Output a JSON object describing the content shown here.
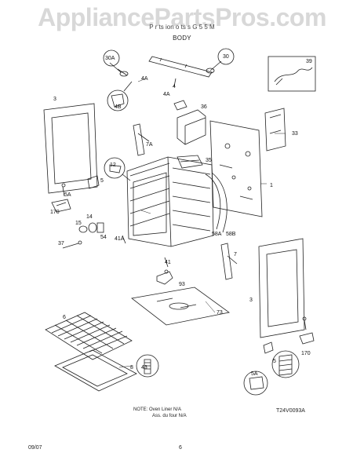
{
  "watermark": "AppliancePartsPros.com",
  "header": {
    "subheader": "P r ts ion o ts  s          G  5 5 M",
    "title": "BODY"
  },
  "diagram": {
    "labels": [
      {
        "id": "30A",
        "text": "30A"
      },
      {
        "id": "4",
        "text": "4"
      },
      {
        "id": "30",
        "text": "30"
      },
      {
        "id": "39",
        "text": "39"
      },
      {
        "id": "4A-l",
        "text": "4A"
      },
      {
        "id": "4B",
        "text": "4B"
      },
      {
        "id": "4A-r",
        "text": "4A"
      },
      {
        "id": "36",
        "text": "36"
      },
      {
        "id": "3-l",
        "text": "3"
      },
      {
        "id": "33",
        "text": "33"
      },
      {
        "id": "7A",
        "text": "7A"
      },
      {
        "id": "35",
        "text": "35"
      },
      {
        "id": "12",
        "text": "12"
      },
      {
        "id": "5-l",
        "text": "5"
      },
      {
        "id": "1",
        "text": "1"
      },
      {
        "id": "5A-l",
        "text": "5A"
      },
      {
        "id": "170-l",
        "text": "170"
      },
      {
        "id": "14",
        "text": "14"
      },
      {
        "id": "15",
        "text": "15"
      },
      {
        "id": "54",
        "text": "54"
      },
      {
        "id": "58A",
        "text": "58A"
      },
      {
        "id": "58B",
        "text": "58B"
      },
      {
        "id": "41A",
        "text": "41A"
      },
      {
        "id": "37",
        "text": "37"
      },
      {
        "id": "41",
        "text": "41"
      },
      {
        "id": "7",
        "text": "7"
      },
      {
        "id": "93",
        "text": "93"
      },
      {
        "id": "3-r",
        "text": "3"
      },
      {
        "id": "6",
        "text": "6"
      },
      {
        "id": "73",
        "text": "73"
      },
      {
        "id": "43",
        "text": "43"
      },
      {
        "id": "8",
        "text": "8"
      },
      {
        "id": "5A-r",
        "text": "5A"
      },
      {
        "id": "5-r",
        "text": "5"
      },
      {
        "id": "170-r",
        "text": "170"
      }
    ]
  },
  "note": {
    "line1": "NOTE: Oven Liner N/A",
    "line2": "Ass. du four N/A"
  },
  "diagram_code": "T24V0093A",
  "footer": {
    "date": "09/07",
    "page": "6"
  }
}
